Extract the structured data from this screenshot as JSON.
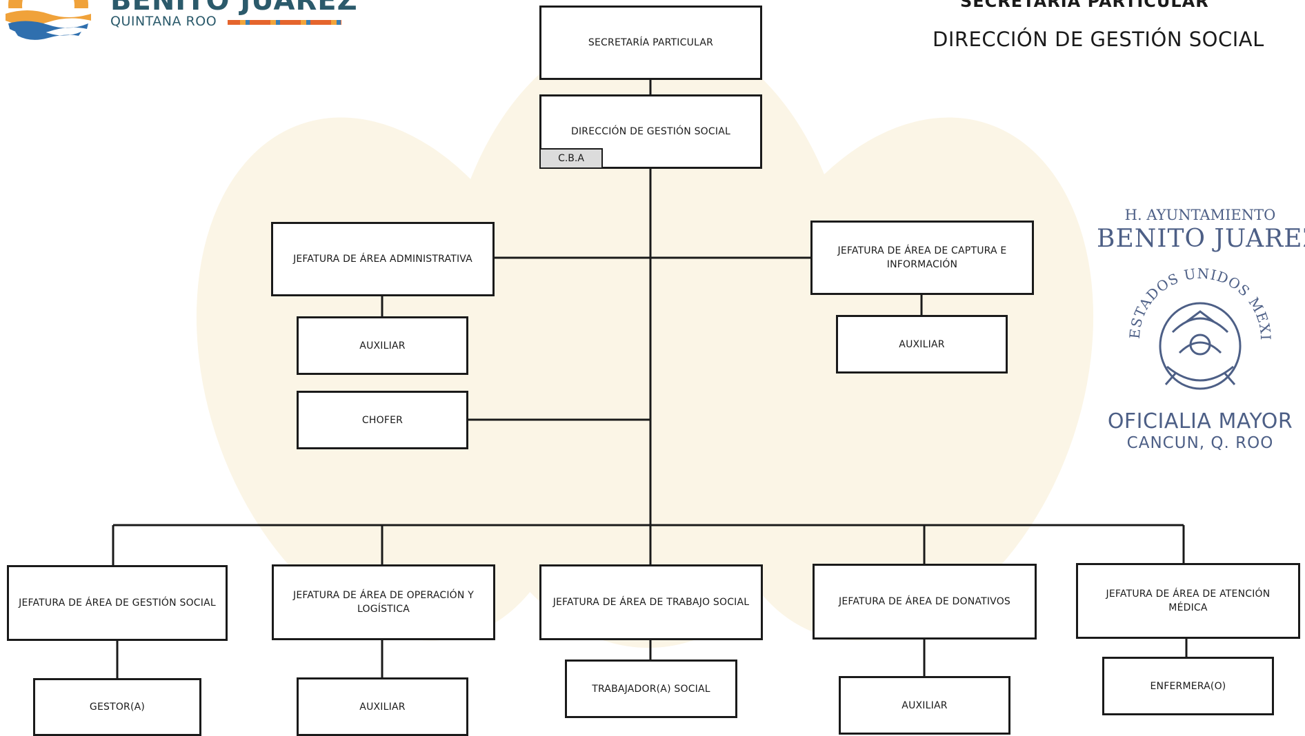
{
  "logo": {
    "title": "BENITO JUAREZ",
    "subtitle": "QUINTANA ROO",
    "colors": {
      "text": "#2b5a6b",
      "orange": "#f0a23a",
      "blue": "#2f6fae"
    }
  },
  "header": {
    "line1": "SECRETARÍA PARTICULAR",
    "line2": "DIRECCIÓN DE GESTIÓN SOCIAL"
  },
  "stamp": {
    "line1": "H. AYUNTAMIENTO",
    "line2": "BENITO JUAREZ",
    "arc_text": "ESTADOS UNIDOS MEXICANOS",
    "line3": "OFICIALIA MAYOR",
    "line4": "CANCUN, Q. ROO",
    "color": "#4d5f86"
  },
  "org": {
    "secretaria": "SECRETARÍA PARTICULAR",
    "direccion": "DIRECCIÓN DE GESTIÓN SOCIAL",
    "cba": "C.B.A",
    "jef_admin": "JEFATURA DE ÁREA ADMINISTRATIVA",
    "aux_admin": "AUXILIAR",
    "chofer": "CHOFER",
    "jef_captura": "JEFATURA DE ÁREA DE CAPTURA E INFORMACIÓN",
    "aux_captura": "AUXILIAR",
    "jef_gestion": "JEFATURA DE ÁREA DE GESTIÓN SOCIAL",
    "gestor": "GESTOR(A)",
    "jef_operacion": "JEFATURA DE ÁREA DE OPERACIÓN Y LOGÍSTICA",
    "aux_operacion": "AUXILIAR",
    "jef_trabajo": "JEFATURA DE ÁREA DE TRABAJO SOCIAL",
    "trabajador": "TRABAJADOR(A)  SOCIAL",
    "jef_donativos": "JEFATURA DE ÁREA DE DONATIVOS",
    "aux_donativos": "AUXILIAR",
    "jef_medica": "JEFATURA DE ÁREA DE ATENCIÓN MÉDICA",
    "enfermera": "ENFERMERA(O)"
  }
}
